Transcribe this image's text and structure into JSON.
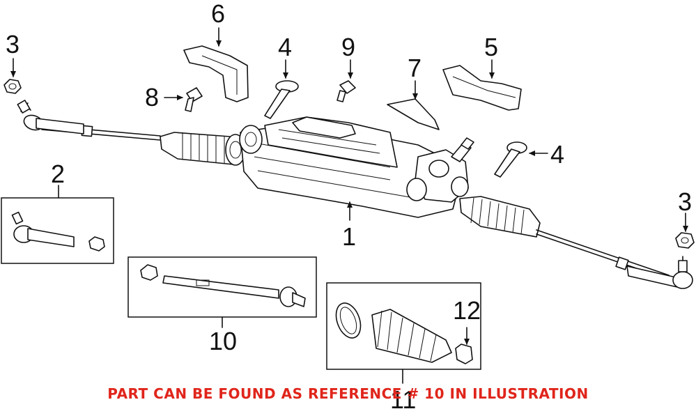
{
  "callouts": [
    {
      "id": "c1",
      "label": "1"
    },
    {
      "id": "c2",
      "label": "2"
    },
    {
      "id": "c3a",
      "label": "3"
    },
    {
      "id": "c3b",
      "label": "3"
    },
    {
      "id": "c4a",
      "label": "4"
    },
    {
      "id": "c4b",
      "label": "4"
    },
    {
      "id": "c5",
      "label": "5"
    },
    {
      "id": "c6",
      "label": "6"
    },
    {
      "id": "c7",
      "label": "7"
    },
    {
      "id": "c8",
      "label": "8"
    },
    {
      "id": "c9",
      "label": "9"
    },
    {
      "id": "c10",
      "label": "10"
    },
    {
      "id": "c11",
      "label": "11"
    },
    {
      "id": "c12",
      "label": "12"
    }
  ],
  "caption": "PART CAN BE FOUND AS REFERENCE # 10 IN ILLUSTRATION",
  "colors": {
    "caption": "#e0251b",
    "line": "#111111",
    "background": "#ffffff"
  }
}
